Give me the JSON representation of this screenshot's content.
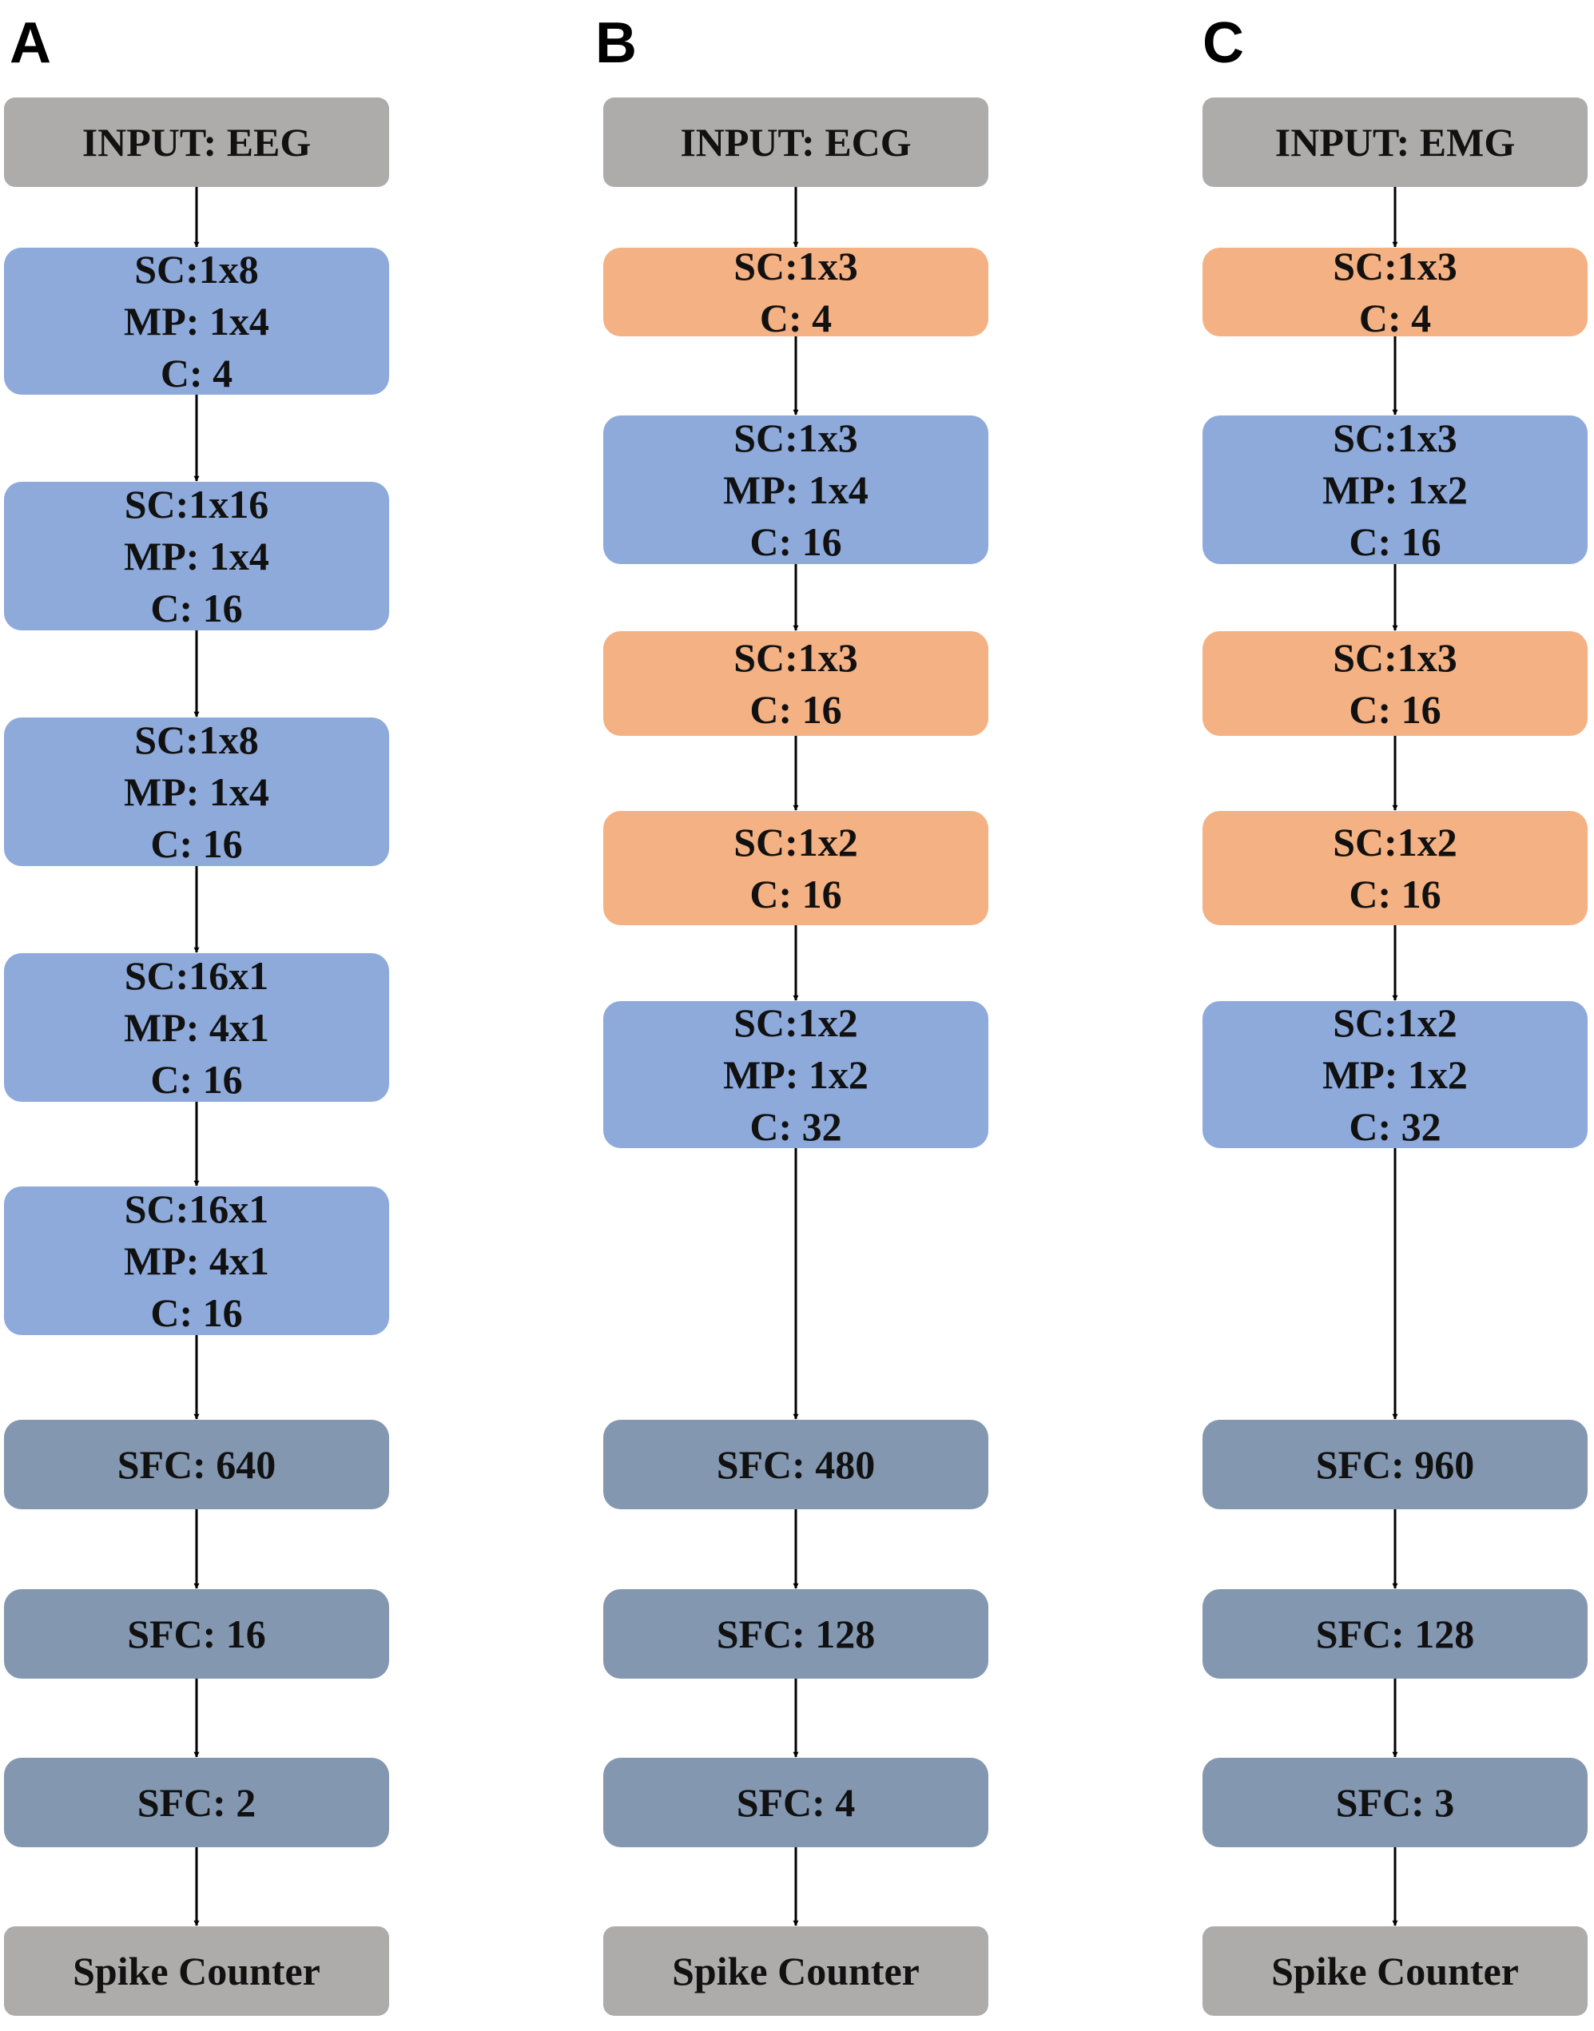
{
  "colors": {
    "io": "#aeabab",
    "spiking_conv_pool": "#8eaadb",
    "spiking_conv": "#f4b183",
    "spiking_fc": "#8497b0",
    "arrow": "#000000"
  },
  "panels": [
    {
      "letter": "A",
      "nodes": [
        {
          "kind": "io",
          "lines": [
            "INPUT: EEG"
          ]
        },
        {
          "kind": "spiking_conv_pool",
          "lines": [
            "SC:1x8",
            "MP: 1x4",
            "C: 4"
          ]
        },
        {
          "kind": "spiking_conv_pool",
          "lines": [
            "SC:1x16",
            "MP: 1x4",
            "C: 16"
          ]
        },
        {
          "kind": "spiking_conv_pool",
          "lines": [
            "SC:1x8",
            "MP: 1x4",
            "C: 16"
          ]
        },
        {
          "kind": "spiking_conv_pool",
          "lines": [
            "SC:16x1",
            "MP: 4x1",
            "C: 16"
          ]
        },
        {
          "kind": "spiking_conv_pool",
          "lines": [
            "SC:16x1",
            "MP: 4x1",
            "C: 16"
          ]
        },
        {
          "kind": "spiking_fc",
          "lines": [
            "SFC: 640"
          ]
        },
        {
          "kind": "spiking_fc",
          "lines": [
            "SFC: 16"
          ]
        },
        {
          "kind": "spiking_fc",
          "lines": [
            "SFC: 2"
          ]
        },
        {
          "kind": "io",
          "lines": [
            "Spike Counter"
          ]
        }
      ]
    },
    {
      "letter": "B",
      "nodes": [
        {
          "kind": "io",
          "lines": [
            "INPUT: ECG"
          ]
        },
        {
          "kind": "spiking_conv",
          "lines": [
            "SC:1x3",
            "C: 4"
          ]
        },
        {
          "kind": "spiking_conv_pool",
          "lines": [
            "SC:1x3",
            "MP: 1x4",
            "C: 16"
          ]
        },
        {
          "kind": "spiking_conv",
          "lines": [
            "SC:1x3",
            "C: 16"
          ]
        },
        {
          "kind": "spiking_conv",
          "lines": [
            "SC:1x2",
            "C: 16"
          ]
        },
        {
          "kind": "spiking_conv_pool",
          "lines": [
            "SC:1x2",
            "MP: 1x2",
            "C: 32"
          ]
        },
        {
          "kind": "spiking_fc",
          "lines": [
            "SFC: 480"
          ]
        },
        {
          "kind": "spiking_fc",
          "lines": [
            "SFC: 128"
          ]
        },
        {
          "kind": "spiking_fc",
          "lines": [
            "SFC: 4"
          ]
        },
        {
          "kind": "io",
          "lines": [
            "Spike Counter"
          ]
        }
      ]
    },
    {
      "letter": "C",
      "nodes": [
        {
          "kind": "io",
          "lines": [
            "INPUT: EMG"
          ]
        },
        {
          "kind": "spiking_conv",
          "lines": [
            "SC:1x3",
            "C: 4"
          ]
        },
        {
          "kind": "spiking_conv_pool",
          "lines": [
            "SC:1x3",
            "MP: 1x2",
            "C: 16"
          ]
        },
        {
          "kind": "spiking_conv",
          "lines": [
            "SC:1x3",
            "C: 16"
          ]
        },
        {
          "kind": "spiking_conv",
          "lines": [
            "SC:1x2",
            "C: 16"
          ]
        },
        {
          "kind": "spiking_conv_pool",
          "lines": [
            "SC:1x2",
            "MP: 1x2",
            "C: 32"
          ]
        },
        {
          "kind": "spiking_fc",
          "lines": [
            "SFC: 960"
          ]
        },
        {
          "kind": "spiking_fc",
          "lines": [
            "SFC: 128"
          ]
        },
        {
          "kind": "spiking_fc",
          "lines": [
            "SFC: 3"
          ]
        },
        {
          "kind": "io",
          "lines": [
            "Spike Counter"
          ]
        }
      ]
    }
  ]
}
